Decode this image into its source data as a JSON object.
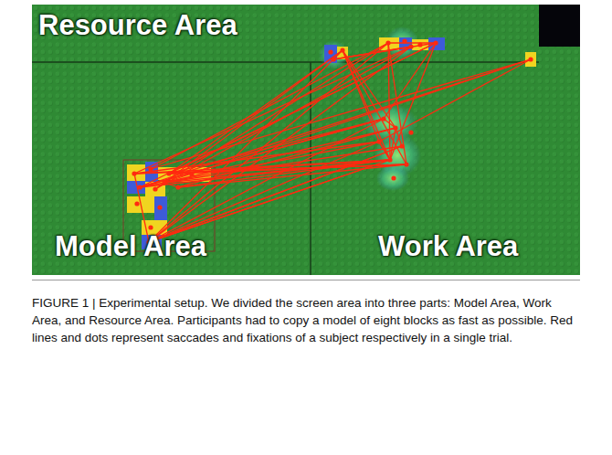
{
  "diagram": {
    "caption": "FIGURE 1 | Experimental setup. We divided the screen area into three parts: Model Area, Work Area, and Resource Area. Participants had to copy a model of eight blocks as fast as possible. Red lines and dots represent saccades and fixations of a subject respectively in a single trial.",
    "labels": [
      "Resource Area",
      "Model Area",
      "Work Area"
    ]
  }
}
